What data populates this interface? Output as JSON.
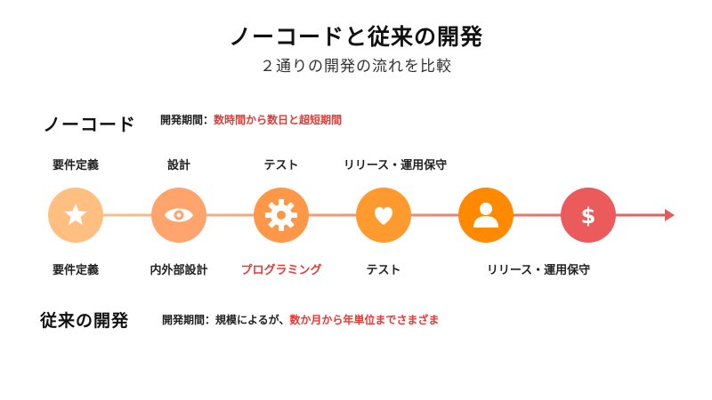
{
  "title": "ノーコードと従来の開発",
  "subtitle": "２通りの開発の流れを比較",
  "nocode": {
    "label": "ノーコード",
    "period_prefix": "開発期間：",
    "period_value": "数時間から数日と超短期間",
    "steps": [
      "要件定義",
      "設計",
      "テスト",
      "リリース・運用保守"
    ]
  },
  "traditional": {
    "label": "従来の開発",
    "period_prefix": "開発期間：規模によるが、",
    "period_value": "数か月から年単位までさまざま",
    "steps": [
      "要件定義",
      "内外部設計",
      "プログラミング",
      "テスト",
      "リリース・運用保守"
    ]
  },
  "flow": {
    "stages": [
      {
        "icon": "star-icon",
        "color": "#ffbf80"
      },
      {
        "icon": "eye-icon",
        "color": "#ffa46c"
      },
      {
        "icon": "gear-icon",
        "color": "#ff9748"
      },
      {
        "icon": "heart-icon",
        "color": "#ff9a2e"
      },
      {
        "icon": "user-icon",
        "color": "#ff8a00"
      },
      {
        "icon": "dollar-icon",
        "color": "#ec5b5b"
      }
    ],
    "line_color_start": "#ffc48c",
    "line_color_end": "#e85a5a",
    "accent_color": "#e53935"
  }
}
